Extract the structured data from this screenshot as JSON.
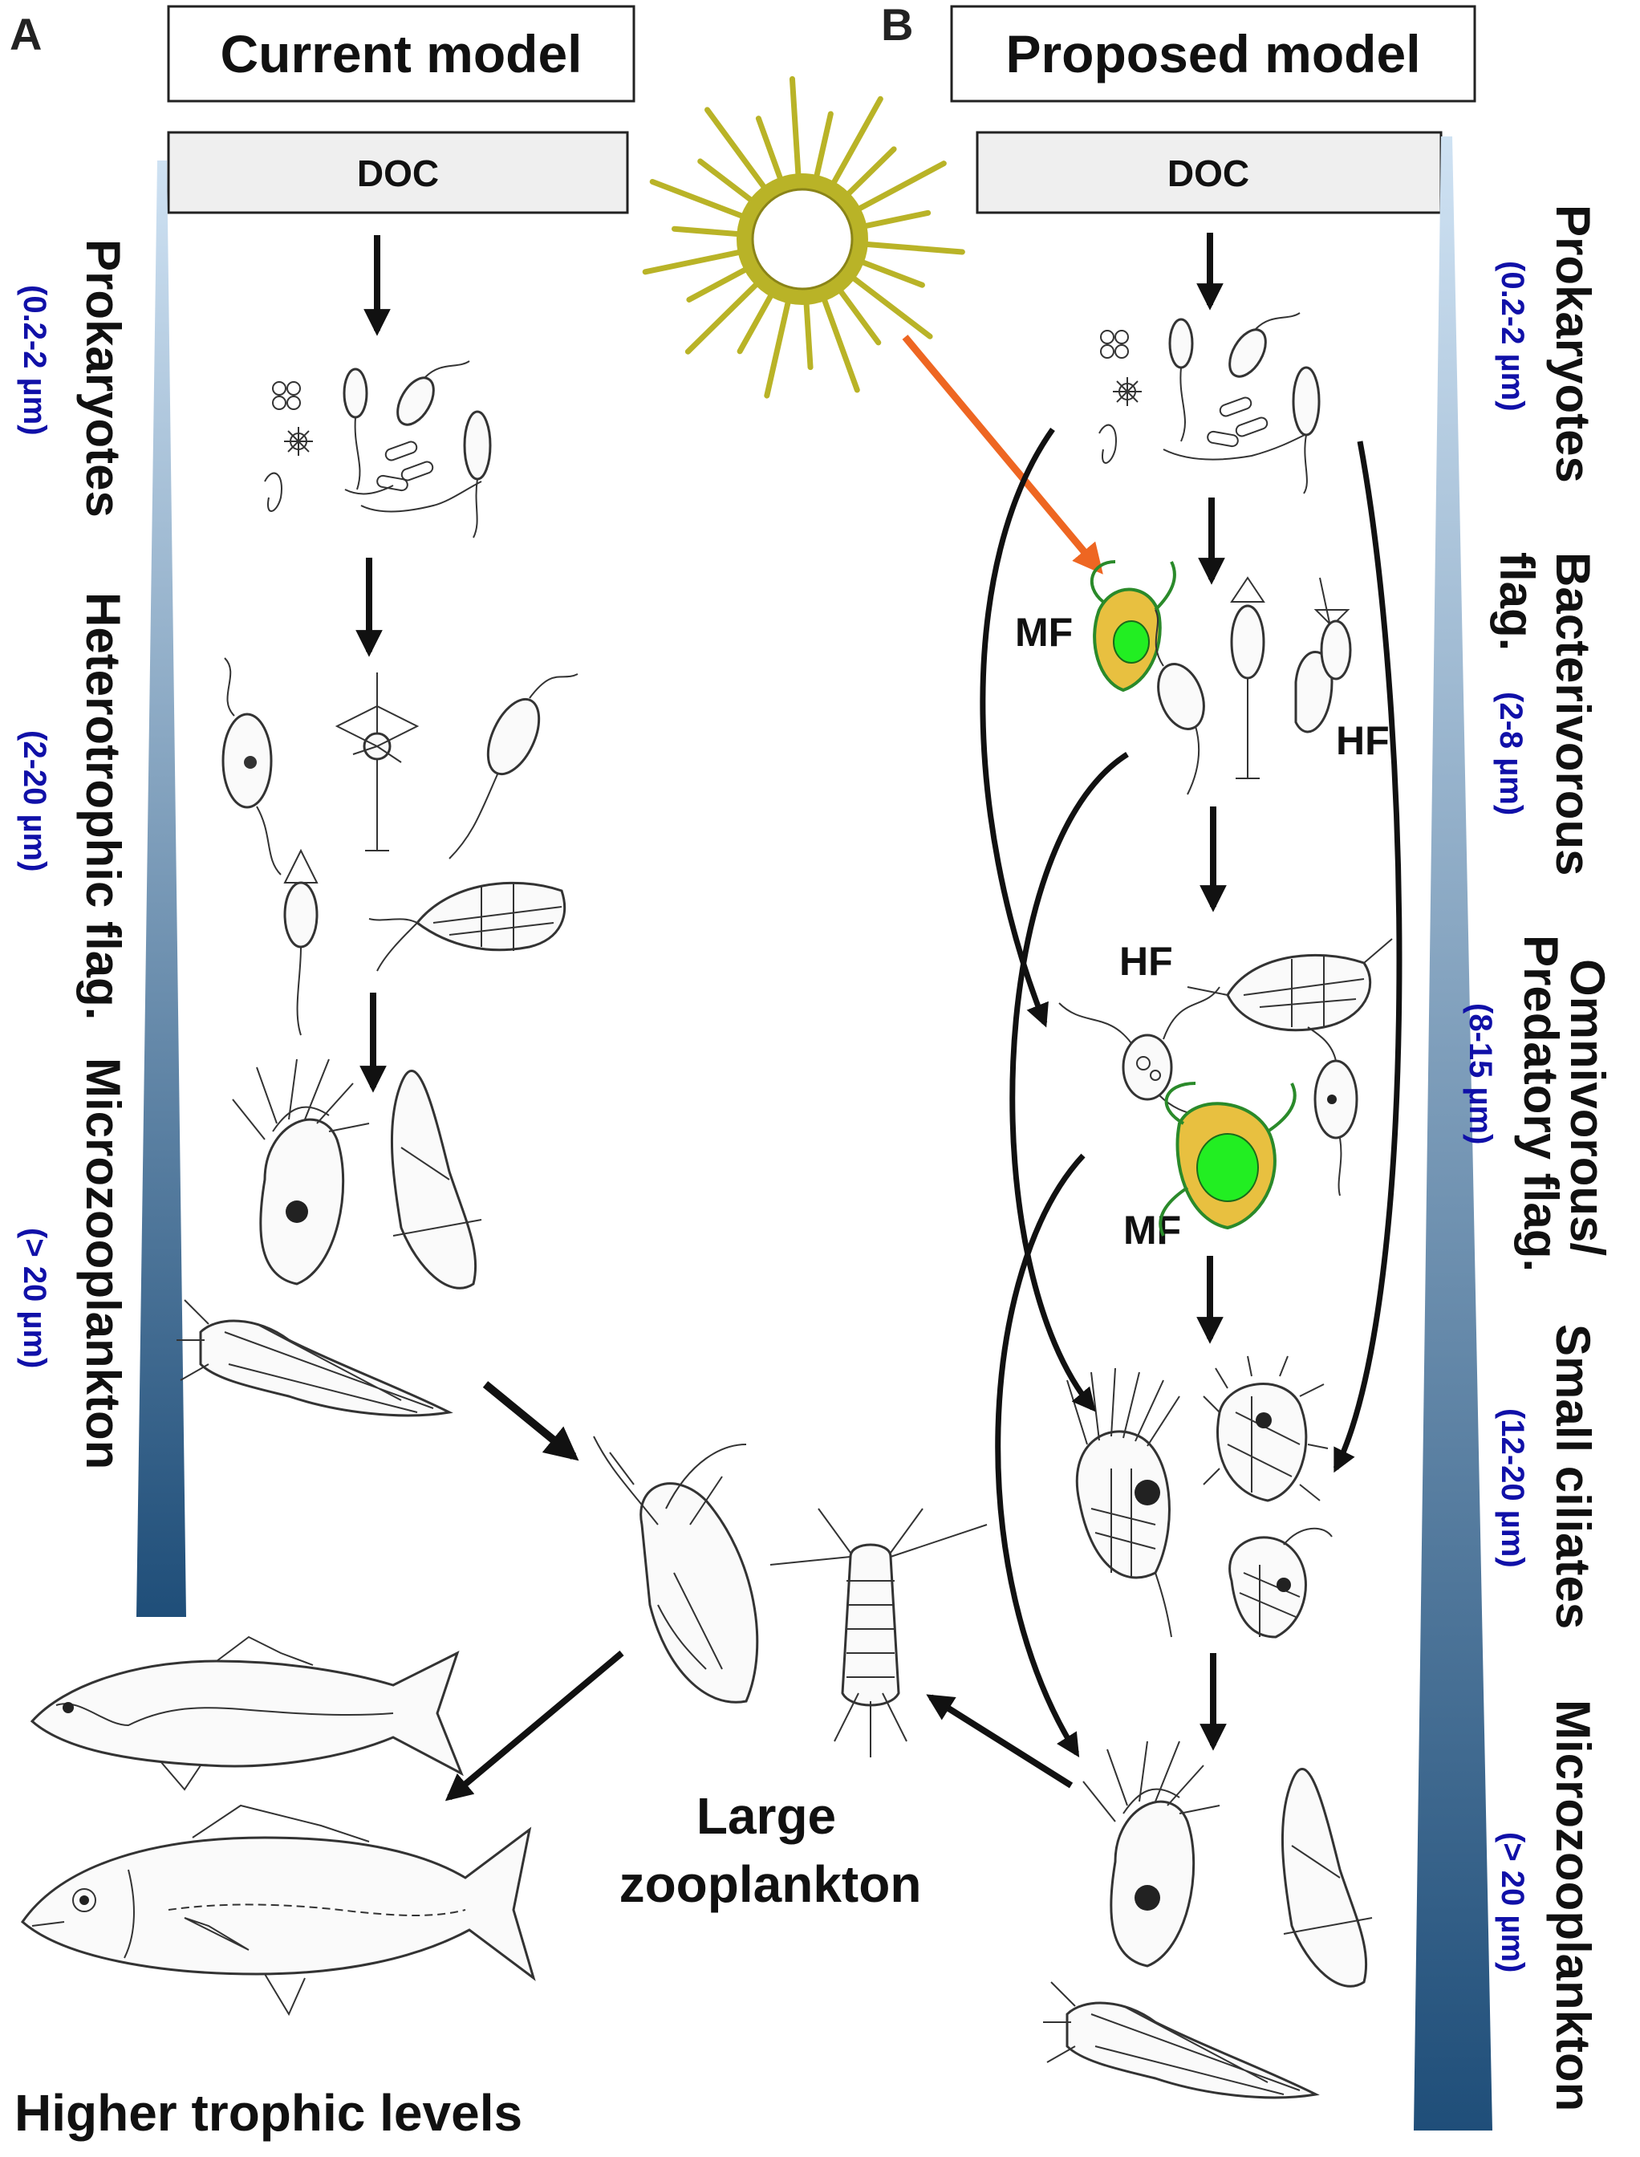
{
  "panelA": {
    "letter": "A",
    "title": "Current model",
    "doc": "DOC",
    "levels": [
      {
        "name": "Prokaryotes",
        "size": "(0.2-2 µm)"
      },
      {
        "name": "Heterotrophic flag.",
        "size": "(2-20 µm)"
      },
      {
        "name": "Microzooplankton",
        "size": "(> 20 µm)"
      }
    ],
    "higher": "Higher trophic levels"
  },
  "panelB": {
    "letter": "B",
    "title": "Proposed model",
    "doc": "DOC",
    "levels": [
      {
        "name": "Prokaryotes",
        "size": "(0.2-2 µm)"
      },
      {
        "name1": "Bacterivorous",
        "name2": "flag.",
        "size": "(2-8 µm)"
      },
      {
        "name1": "Omnivorous/",
        "name2": "Predatory  flag.",
        "size": "(8-15 µm)"
      },
      {
        "name": "Small ciliates",
        "size": "(12-20 µm)"
      },
      {
        "name": "Microzooplankton",
        "size": "(> 20 µm)"
      }
    ],
    "tags": {
      "mf": "MF",
      "hf": "HF"
    }
  },
  "center": {
    "line1": "Large",
    "line2": "zooplankton"
  },
  "colors": {
    "gradient_top": "#cfe2f3",
    "gradient_bottom": "#1f4e79",
    "sun": "#b9b327",
    "mixotroph_green": "#22ee22",
    "mixotroph_fill": "#e8c040",
    "light_arrow": "#ee6622"
  }
}
